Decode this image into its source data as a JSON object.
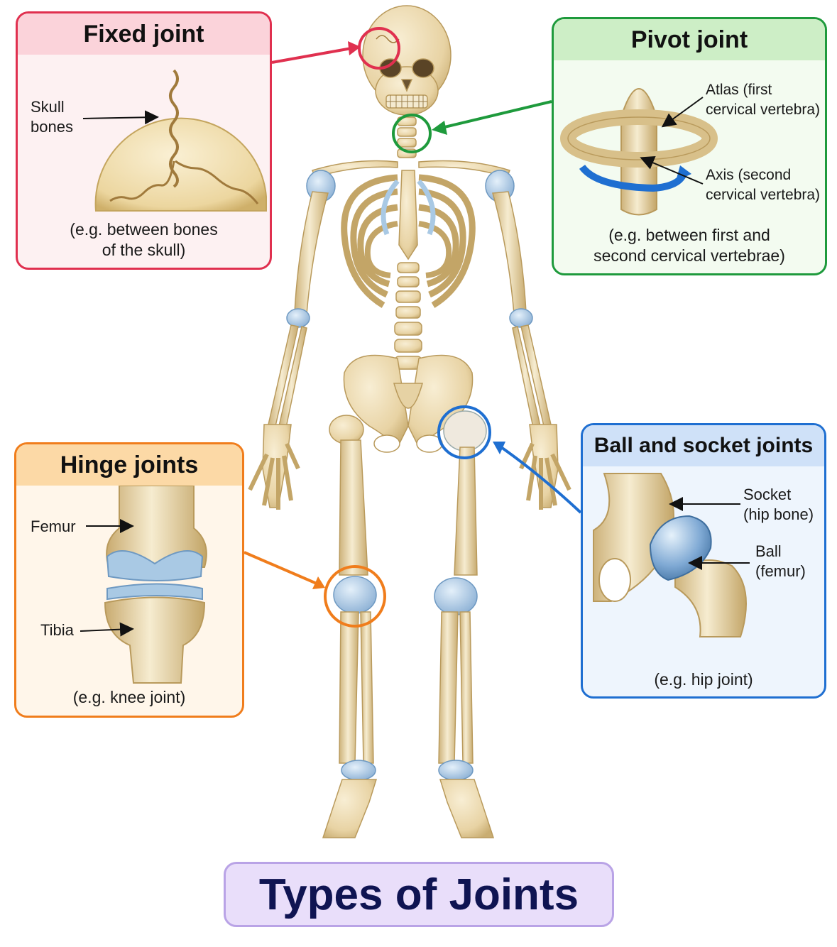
{
  "title": "Types of Joints",
  "joints": {
    "fixed": {
      "heading": "Fixed joint",
      "label_skull": [
        "Skull",
        "bones"
      ],
      "caption": [
        "(e.g. between bones",
        "of the skull)"
      ],
      "color": "#e0304f",
      "head_bg": "#fbd3da"
    },
    "pivot": {
      "heading": "Pivot joint",
      "label_atlas": [
        "Atlas (first",
        "cervical vertebra)"
      ],
      "label_axis": [
        "Axis (second",
        "cervical vertebra)"
      ],
      "caption": [
        "(e.g. between first and",
        "second cervical vertebrae)"
      ],
      "color": "#1e9a3c",
      "head_bg": "#cdeec6"
    },
    "hinge": {
      "heading": "Hinge joints",
      "label_femur": "Femur",
      "label_tibia": "Tibia",
      "caption": "(e.g. knee joint)",
      "color": "#f07d1c",
      "head_bg": "#fcd9a6"
    },
    "ball": {
      "heading": "Ball and socket joints",
      "label_socket": [
        "Socket",
        "(hip bone)"
      ],
      "label_ball": [
        "Ball",
        "(femur)"
      ],
      "caption": "(e.g. hip joint)",
      "color": "#1f6fd1",
      "head_bg": "#cfe1f8"
    }
  },
  "colors": {
    "bone": "#ead8ad",
    "bone_edge": "#b99a5c",
    "cartilage": "#a9c9e4",
    "cartilage_edge": "#6e99c2",
    "title_text": "#0f1452"
  }
}
